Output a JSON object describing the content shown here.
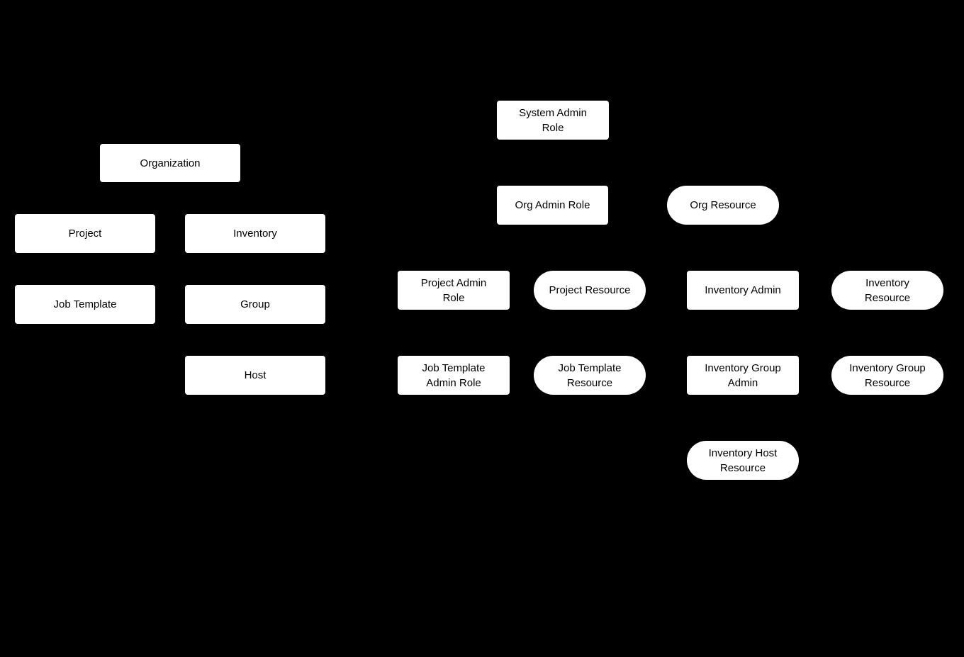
{
  "diagram": {
    "colors": {
      "background": "#000000",
      "node_fill": "#ffffff",
      "node_text": "#000000"
    },
    "nodes": [
      {
        "id": "organization",
        "label": "Organization",
        "shape": "rect"
      },
      {
        "id": "project",
        "label": "Project",
        "shape": "rect"
      },
      {
        "id": "inventory",
        "label": "Inventory",
        "shape": "rect"
      },
      {
        "id": "job-template",
        "label": "Job Template",
        "shape": "rect"
      },
      {
        "id": "group",
        "label": "Group",
        "shape": "rect"
      },
      {
        "id": "host",
        "label": "Host",
        "shape": "rect"
      },
      {
        "id": "system-admin-role",
        "label": "System Admin\nRole",
        "shape": "rect"
      },
      {
        "id": "org-admin-role",
        "label": "Org Admin Role",
        "shape": "rect"
      },
      {
        "id": "org-resource",
        "label": "Org Resource",
        "shape": "pill"
      },
      {
        "id": "project-admin-role",
        "label": "Project Admin\nRole",
        "shape": "rect"
      },
      {
        "id": "project-resource",
        "label": "Project Resource",
        "shape": "pill"
      },
      {
        "id": "inventory-admin",
        "label": "Inventory Admin",
        "shape": "rect"
      },
      {
        "id": "inventory-resource",
        "label": "Inventory\nResource",
        "shape": "pill"
      },
      {
        "id": "job-template-admin-role",
        "label": "Job Template\nAdmin Role",
        "shape": "rect"
      },
      {
        "id": "job-template-resource",
        "label": "Job Template\nResource",
        "shape": "pill"
      },
      {
        "id": "inventory-group-admin",
        "label": "Inventory Group\nAdmin",
        "shape": "rect"
      },
      {
        "id": "inventory-group-resource",
        "label": "Inventory Group\nResource",
        "shape": "pill"
      },
      {
        "id": "inventory-host-resource",
        "label": "Inventory Host\nResource",
        "shape": "pill"
      }
    ]
  }
}
